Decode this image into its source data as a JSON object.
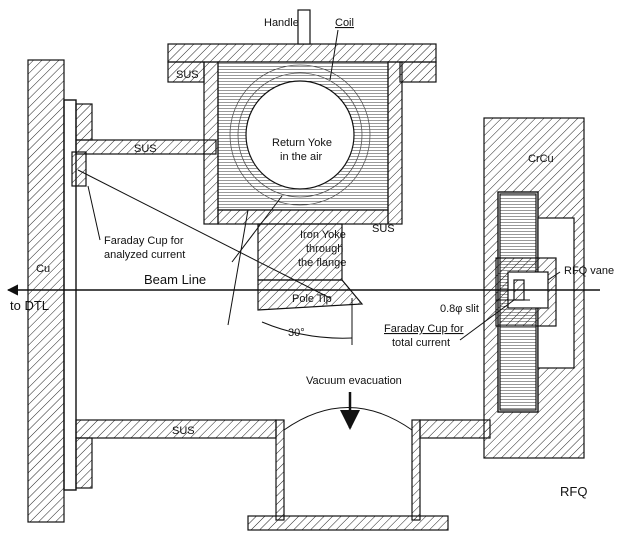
{
  "labels": {
    "handle": "Handle",
    "coil": "Coil",
    "sus_top": "SUS",
    "sus_mid": "SUS",
    "sus_small": "SUS",
    "sus_bottom": "SUS",
    "return_yoke_1": "Return Yoke",
    "return_yoke_2": "in the air",
    "iron_yoke_1": "Iron Yoke",
    "iron_yoke_2": "through",
    "iron_yoke_3": "the flange",
    "crcu": "CrCu",
    "cu": "Cu",
    "faraday_analyzed_1": "Faraday Cup for",
    "faraday_analyzed_2": "analyzed current",
    "beam_line": "Beam Line",
    "to_dtl": "to DTL",
    "pole_tip": "Pole Tip",
    "rfq_vane": "RFQ vane",
    "slit": "0.8φ slit",
    "faraday_total_1": "Faraday Cup for",
    "faraday_total_2": "total current",
    "angle": "30°",
    "vacuum": "Vacuum evacuation",
    "rfq": "RFQ"
  }
}
